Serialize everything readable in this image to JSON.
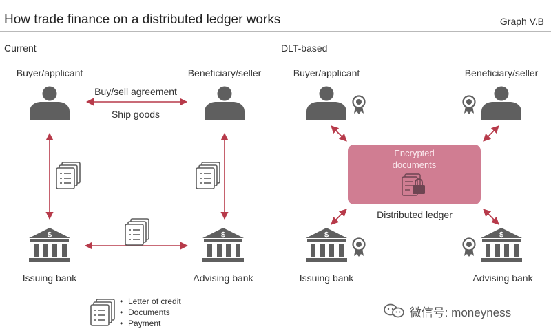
{
  "header": {
    "title": "How trade finance on a distributed ledger works",
    "graph_id": "Graph V.B"
  },
  "current": {
    "heading": "Current",
    "buyer": "Buyer/applicant",
    "seller": "Beneficiary/seller",
    "issuing_bank": "Issuing bank",
    "advising_bank": "Advising bank",
    "agreement": "Buy/sell agreement",
    "ship": "Ship goods"
  },
  "dlt": {
    "heading": "DLT-based",
    "buyer": "Buyer/applicant",
    "seller": "Beneficiary/seller",
    "issuing_bank": "Issuing bank",
    "advising_bank": "Advising bank",
    "encrypted_line1": "Encrypted",
    "encrypted_line2": "documents",
    "ledger": "Distributed ledger"
  },
  "legend": {
    "items": [
      "Letter of credit",
      "Documents",
      "Payment"
    ]
  },
  "watermark": {
    "text": "微信号: moneyness"
  },
  "colors": {
    "icon": "#5f5f5f",
    "arrow": "#b73a4a",
    "ledger_box": "#d07d92",
    "ledger_text": "#fbe9ee"
  }
}
